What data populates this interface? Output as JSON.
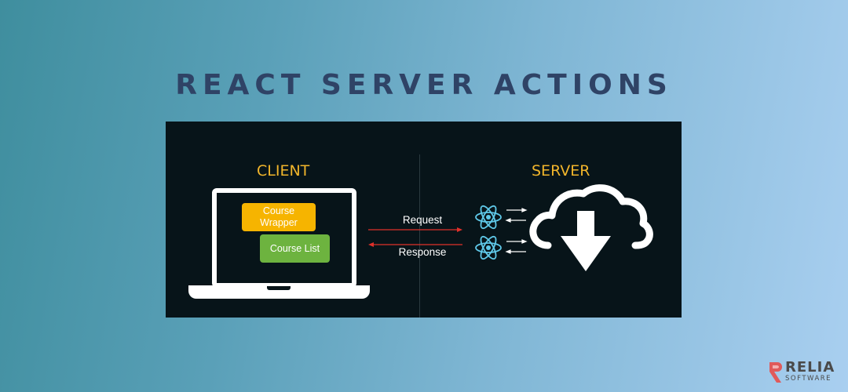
{
  "title": "REACT SERVER ACTIONS",
  "client": {
    "label": "CLIENT",
    "components": [
      {
        "label": "Course Wrapper",
        "color": "#f6b400"
      },
      {
        "label": "Course List",
        "color": "#6db33f"
      }
    ]
  },
  "server": {
    "label": "SERVER"
  },
  "arrows": {
    "request_label": "Request",
    "response_label": "Response",
    "color": "#e0302a"
  },
  "colors": {
    "title": "#2f4366",
    "panel": "#071419",
    "label": "#f1b52b",
    "react": "#5fc8e8"
  },
  "icons": [
    "laptop-icon",
    "react-icon",
    "cloud-download-icon"
  ],
  "brand": {
    "name": "RELIA",
    "sub": "SOFTWARE",
    "accent": "#e05a5a"
  }
}
